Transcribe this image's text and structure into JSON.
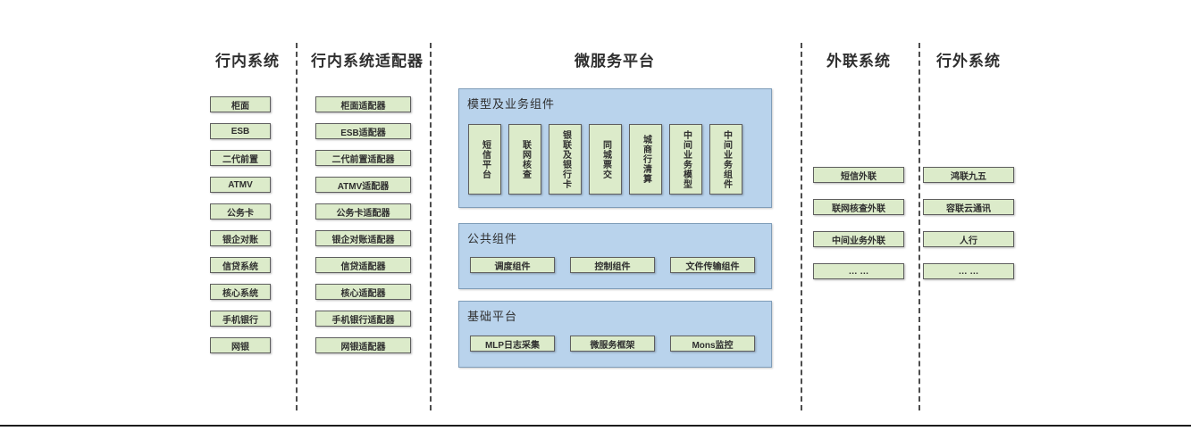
{
  "colors": {
    "node_fill": "#dcebca",
    "node_border": "#5f5f5f",
    "container_fill": "#b9d3ec",
    "container_border": "#7f9db9",
    "separator": "#4d4d4d"
  },
  "lanes": {
    "internal": {
      "title": "行内系统",
      "items": [
        "柜面",
        "ESB",
        "二代前置",
        "ATMV",
        "公务卡",
        "银企对账",
        "信贷系统",
        "核心系统",
        "手机银行",
        "网银"
      ]
    },
    "adapter": {
      "title": "行内系统适配器",
      "items": [
        "柜面适配器",
        "ESB适配器",
        "二代前置适配器",
        "ATMV适配器",
        "公务卡适配器",
        "银企对账适配器",
        "信贷适配器",
        "核心适配器",
        "手机银行适配器",
        "网银适配器"
      ]
    },
    "platform": {
      "title": "微服务平台",
      "model_group": {
        "label": "模型及业务组件",
        "items": [
          "短信平台",
          "联网核查",
          "银联及银行卡",
          "同城票交",
          "城商行清算",
          "中间业务模型",
          "中间业务组件"
        ]
      },
      "common_group": {
        "label": "公共组件",
        "items": [
          "调度组件",
          "控制组件",
          "文件传输组件"
        ]
      },
      "base_group": {
        "label": "基础平台",
        "items": [
          "MLP日志采集",
          "微服务框架",
          "Mons监控"
        ]
      }
    },
    "outreach": {
      "title": "外联系统",
      "items": [
        "短信外联",
        "联网核查外联",
        "中间业务外联",
        "… …"
      ]
    },
    "external": {
      "title": "行外系统",
      "items": [
        "鸿联九五",
        "容联云通讯",
        "人行",
        "… …"
      ]
    }
  }
}
